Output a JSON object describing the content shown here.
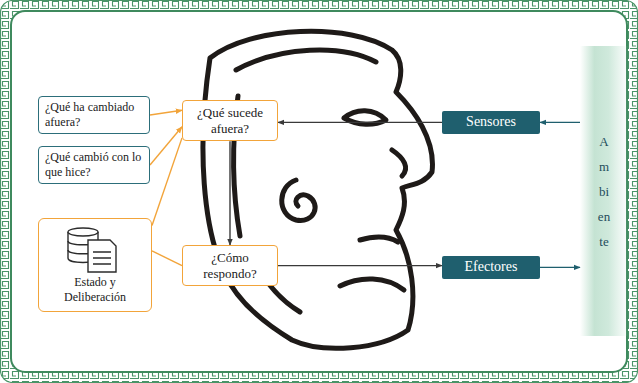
{
  "diagram": {
    "nodes": [
      {
        "text": [
          "¿Qué ha cambiado afuera?"
        ]
      },
      {
        "text": [
          "¿Qué cambió con lo que hice?"
        ]
      },
      {
        "text": [
          "Estado y Deliberación"
        ]
      },
      {
        "text": [
          "¿Qué sucede afuera?"
        ]
      },
      {
        "text": [
          "¿Cómo respondo?"
        ]
      },
      {
        "text": [
          "Sensores"
        ]
      },
      {
        "text": [
          "Efectores"
        ]
      },
      {
        "text": [
          "Ambiente"
        ]
      }
    ],
    "edges": [
      {
        "from": 0,
        "to": 3,
        "arrow": "to"
      },
      {
        "from": 1,
        "to": 3,
        "arrow": "to"
      },
      {
        "from": 2,
        "to": 3,
        "arrow": "none"
      },
      {
        "from": 2,
        "to": 4,
        "arrow": "none"
      },
      {
        "from": 3,
        "to": 4,
        "arrow": "to"
      },
      {
        "from": 5,
        "to": 3,
        "arrow": "to"
      },
      {
        "from": 7,
        "to": 5,
        "arrow": "to"
      },
      {
        "from": 4,
        "to": 6,
        "arrow": "to"
      },
      {
        "from": 6,
        "to": 7,
        "arrow": "to"
      }
    ]
  }
}
